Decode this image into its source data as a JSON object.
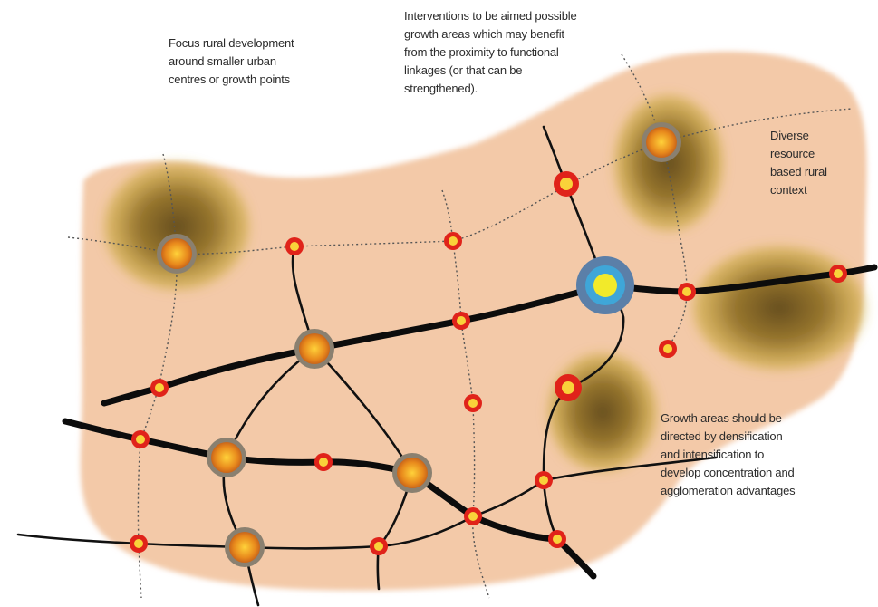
{
  "annotations": {
    "focus_rural": "Focus rural development\naround smaller urban\ncentres or growth points",
    "interventions": "Interventions to be aimed possible\ngrowth areas which may benefit\nfrom the proximity to functional\nlinkages (or that can be\nstrengthened).",
    "diverse_context": "Diverse\nresource\nbased rural\ncontext",
    "growth_areas": "Growth areas should be\ndirected by densification\nand intensification to\ndevelop concentration and\nagglomeration advantages"
  },
  "colors": {
    "region_fill": "#f3c9a8",
    "growth_area_core": "#6e5418",
    "growth_area_edge": "#c9a634",
    "main_road": "#0c0c0c",
    "secondary_road": "#1a1a1a",
    "dotted_link": "#555555",
    "node_outer": "#e0231a",
    "node_inner": "#f9d23a",
    "growth_point_ring": "#8a8070",
    "growth_point_core": "#e8891c",
    "primary_centre_ring": "#5b7fa8",
    "primary_centre_core": "#f2ea2a"
  }
}
